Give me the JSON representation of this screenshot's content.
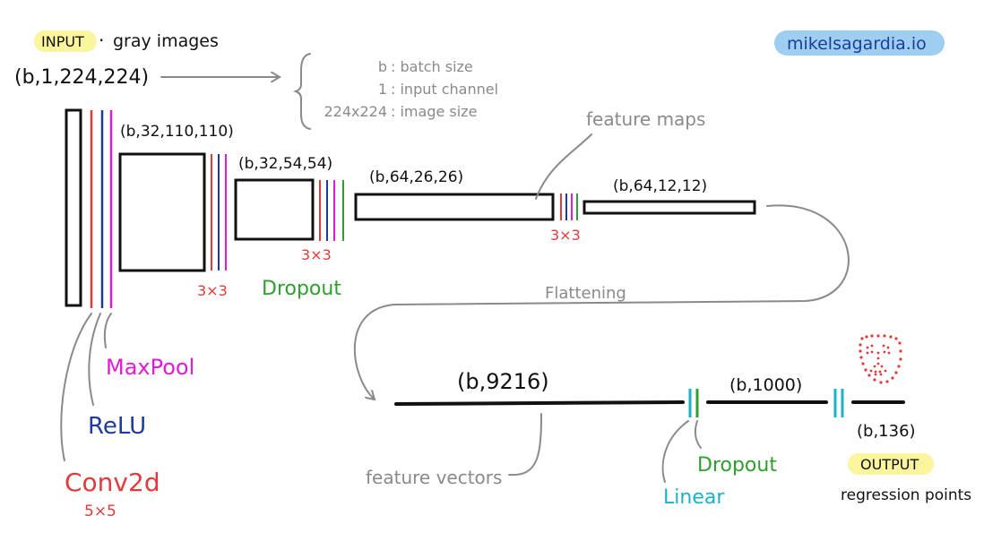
{
  "input": {
    "badge": "INPUT",
    "dot": "·",
    "desc": "gray images",
    "shape": "(b,1,224,224)"
  },
  "legend": [
    {
      "key": "b",
      "desc": ": batch size"
    },
    {
      "key": "1",
      "desc": ": input channel"
    },
    {
      "key": "224x224",
      "desc": ": image size"
    }
  ],
  "watermark": "mikelsagardia.io",
  "shapes": {
    "s1": "(b,32,110,110)",
    "s2": "(b,32,54,54)",
    "s3": "(b,64,26,26)",
    "s4": "(b,64,12,12)",
    "s5": "(b,9216)",
    "s6": "(b,1000)",
    "s7": "(b,136)"
  },
  "pool_labels": {
    "p1": "3×3",
    "p2": "3×3",
    "p3": "3×3"
  },
  "layer_labels": {
    "maxpool": "MaxPool",
    "relu": "ReLU",
    "conv": "Conv2d",
    "conv_kernel": "5×5",
    "dropout_mid": "Dropout",
    "flattening": "Flattening",
    "feature_maps": "feature maps",
    "feature_vectors": "feature vectors",
    "linear": "Linear",
    "dropout_dense": "Dropout"
  },
  "output": {
    "badge": "OUTPUT",
    "desc": "regression points"
  },
  "colors": {
    "conv": "#e23a3a",
    "relu": "#1f3c9c",
    "maxpool": "#e21ad6",
    "dropout": "#2fa02f",
    "linear": "#1ab2c8",
    "highlight_yellow": "#fbf59e",
    "highlight_blue": "#9fcff0",
    "gray": "#8a8a8a",
    "points": "#e23a3a"
  }
}
